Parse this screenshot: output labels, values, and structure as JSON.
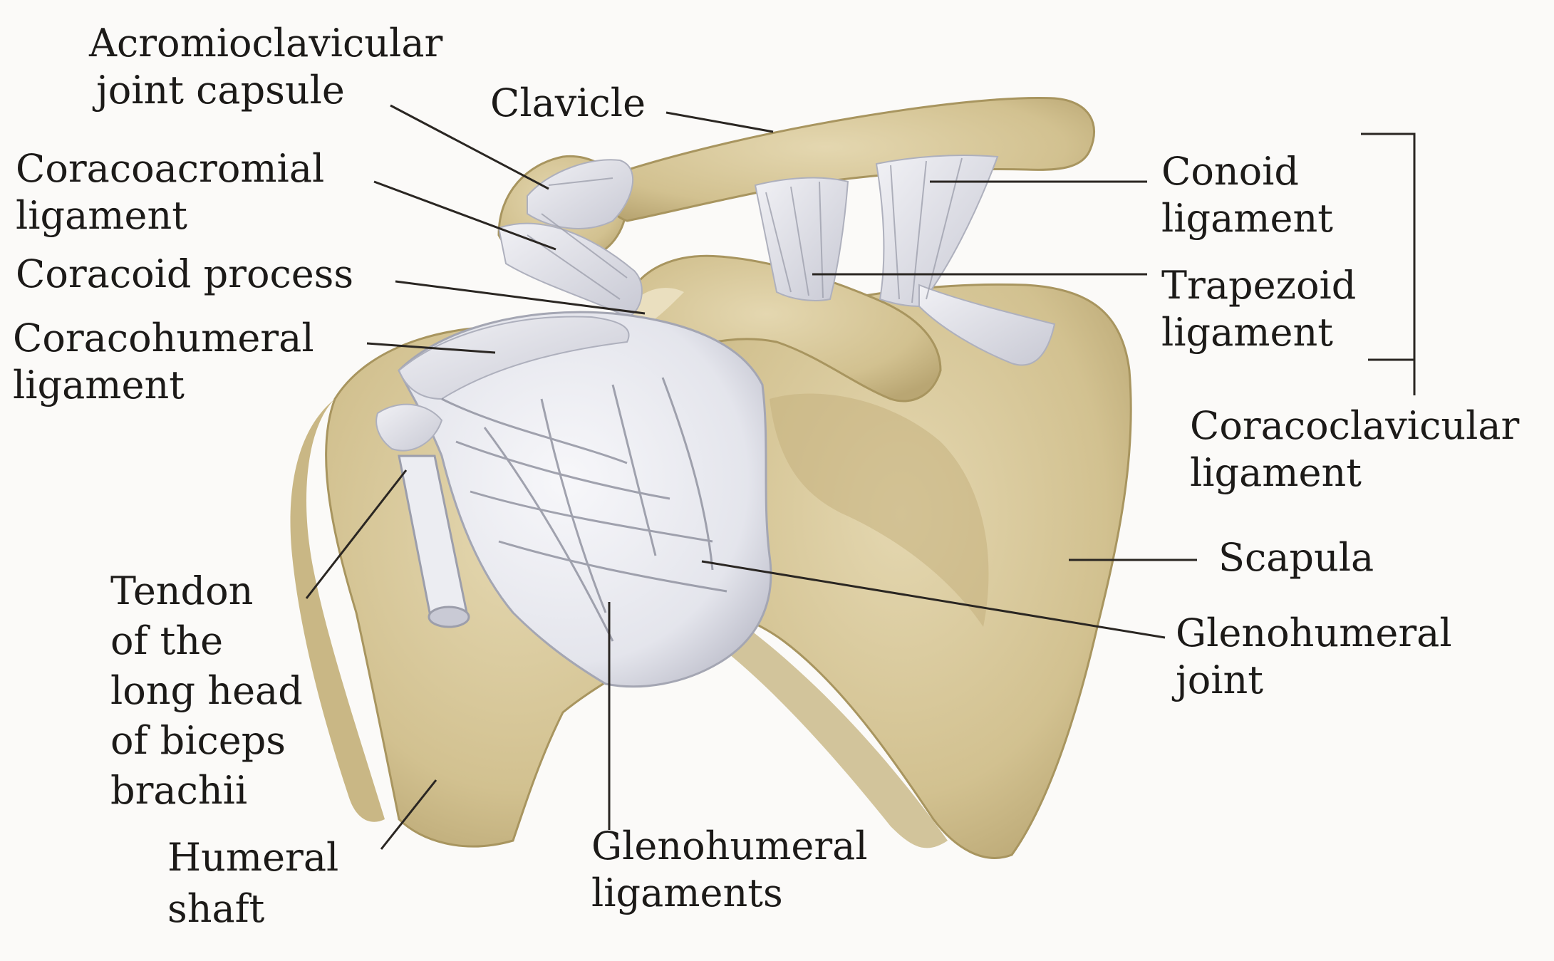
{
  "labels": {
    "acromioclavicular_capsule": [
      "Acromioclavicular",
      "joint capsule"
    ],
    "clavicle": [
      "Clavicle"
    ],
    "coracoacromial": [
      "Coracoacromial",
      "ligament"
    ],
    "coracoid": [
      "Coracoid process"
    ],
    "coracohumeral": [
      "Coracohumeral",
      "ligament"
    ],
    "tendon_biceps": [
      "Tendon",
      "of the",
      "long head",
      "of biceps",
      "brachii"
    ],
    "humeral_shaft": [
      "Humeral",
      "shaft"
    ],
    "glenohumeral_ligaments": [
      "Glenohumeral",
      "ligaments"
    ],
    "conoid": [
      "Conoid",
      "ligament"
    ],
    "trapezoid": [
      "Trapezoid",
      "ligament"
    ],
    "coracoclavicular": [
      "Coracoclavicular",
      "ligament"
    ],
    "scapula": [
      "Scapula"
    ],
    "glenohumeral_joint": [
      "Glenohumeral",
      "joint"
    ]
  },
  "colors": {
    "background": "#fbfaf8",
    "bone": "#d7c79c",
    "bone_shadow": "#b8a673",
    "ligament": "#e8e8ee",
    "ligament_shadow": "#b9bac6",
    "text": "#1c1a18",
    "leader": "#2a2622"
  }
}
